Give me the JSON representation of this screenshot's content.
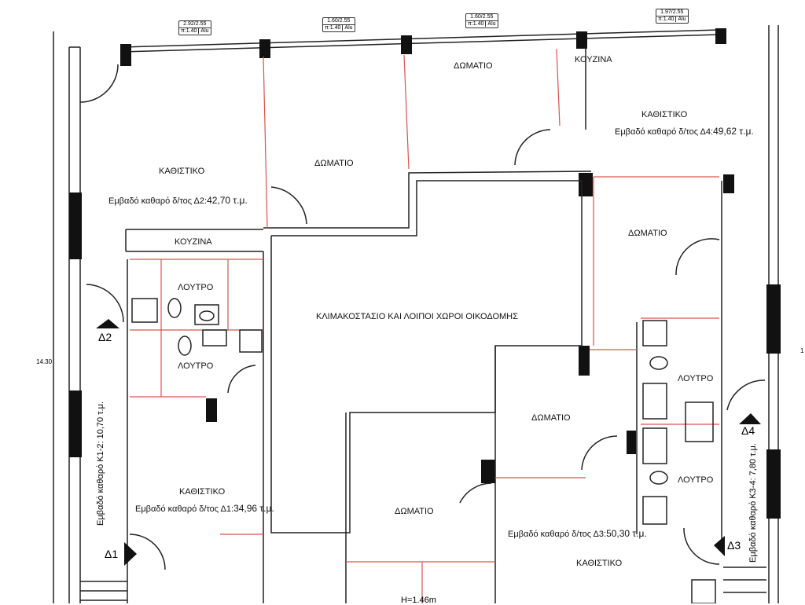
{
  "windows": [
    {
      "size": "2.92/2.55",
      "sill": "π:1.40",
      "material": "Alu"
    },
    {
      "size": "1.60/2.55",
      "sill": "π:1.40",
      "material": "Alu"
    },
    {
      "size": "1.60/2.55",
      "sill": "π:1.40",
      "material": "Alu"
    },
    {
      "size": "1.97/2.55",
      "sill": "π:1.40",
      "material": "Alu"
    }
  ],
  "rooms": {
    "living_d2": "ΚΑΘΙΣΤΙΚΟ",
    "area_d2_label": "Εμβαδό καθαρό δ/τος Δ2:",
    "area_d2_value": "42,70 τ.μ.",
    "room_top_mid": "ΔΩΜΑΤΙΟ",
    "room_top_right": "ΔΩΜΑΤΙΟ",
    "kitchen_top": "ΚΟΥΖΙΝΑ",
    "living_d4": "ΚΑΘΙΣΤΙΚΟ",
    "area_d4_label": "Εμβαδό καθαρό δ/τος Δ4:",
    "area_d4_value": "49,62 τ.μ.",
    "kitchen_left": "ΚΟΥΖΙΝΑ",
    "bath_1": "ΛΟΥΤΡΟ",
    "bath_2": "ΛΟΥΤΡΟ",
    "stairwell": "ΚΛΙΜΑΚΟΣΤΑΣΙΟ ΚΑΙ ΛΟΙΠΟΙ ΧΩΡΟΙ ΟΙΚΟΔΟΜΗΣ",
    "room_right_upper": "ΔΩΜΑΤΙΟ",
    "bath_3": "ΛΟΥΤΡΟ",
    "bath_4": "ΛΟΥΤΡΟ",
    "room_center": "ΔΩΜΑΤΙΟ",
    "living_d1": "ΚΑΘΙΣΤΙΚΟ",
    "area_d1_label": "Εμβαδό καθαρό δ/τος Δ1:",
    "area_d1_value": "34,96 τ.μ.",
    "room_bottom": "ΔΩΜΑΤΙΟ",
    "area_d3_label": "Εμβαδό καθαρό δ/τος Δ3:",
    "area_d3_value": "50,30 τ.μ.",
    "living_d3": "ΚΑΘΙΣΤΙΚΟ"
  },
  "corridors": {
    "left": "Εμβαδό καθαρό Κ1-2: 10,70 τ.μ.",
    "right": "Εμβαδό καθαρό Κ3-4: 7,80 τ.μ."
  },
  "entrances": {
    "d1": "Δ1",
    "d2": "Δ2",
    "d3": "Δ3",
    "d4": "Δ4"
  },
  "dimensions": {
    "left": "14.30",
    "right": "1",
    "height_note": "H=1.46m"
  }
}
